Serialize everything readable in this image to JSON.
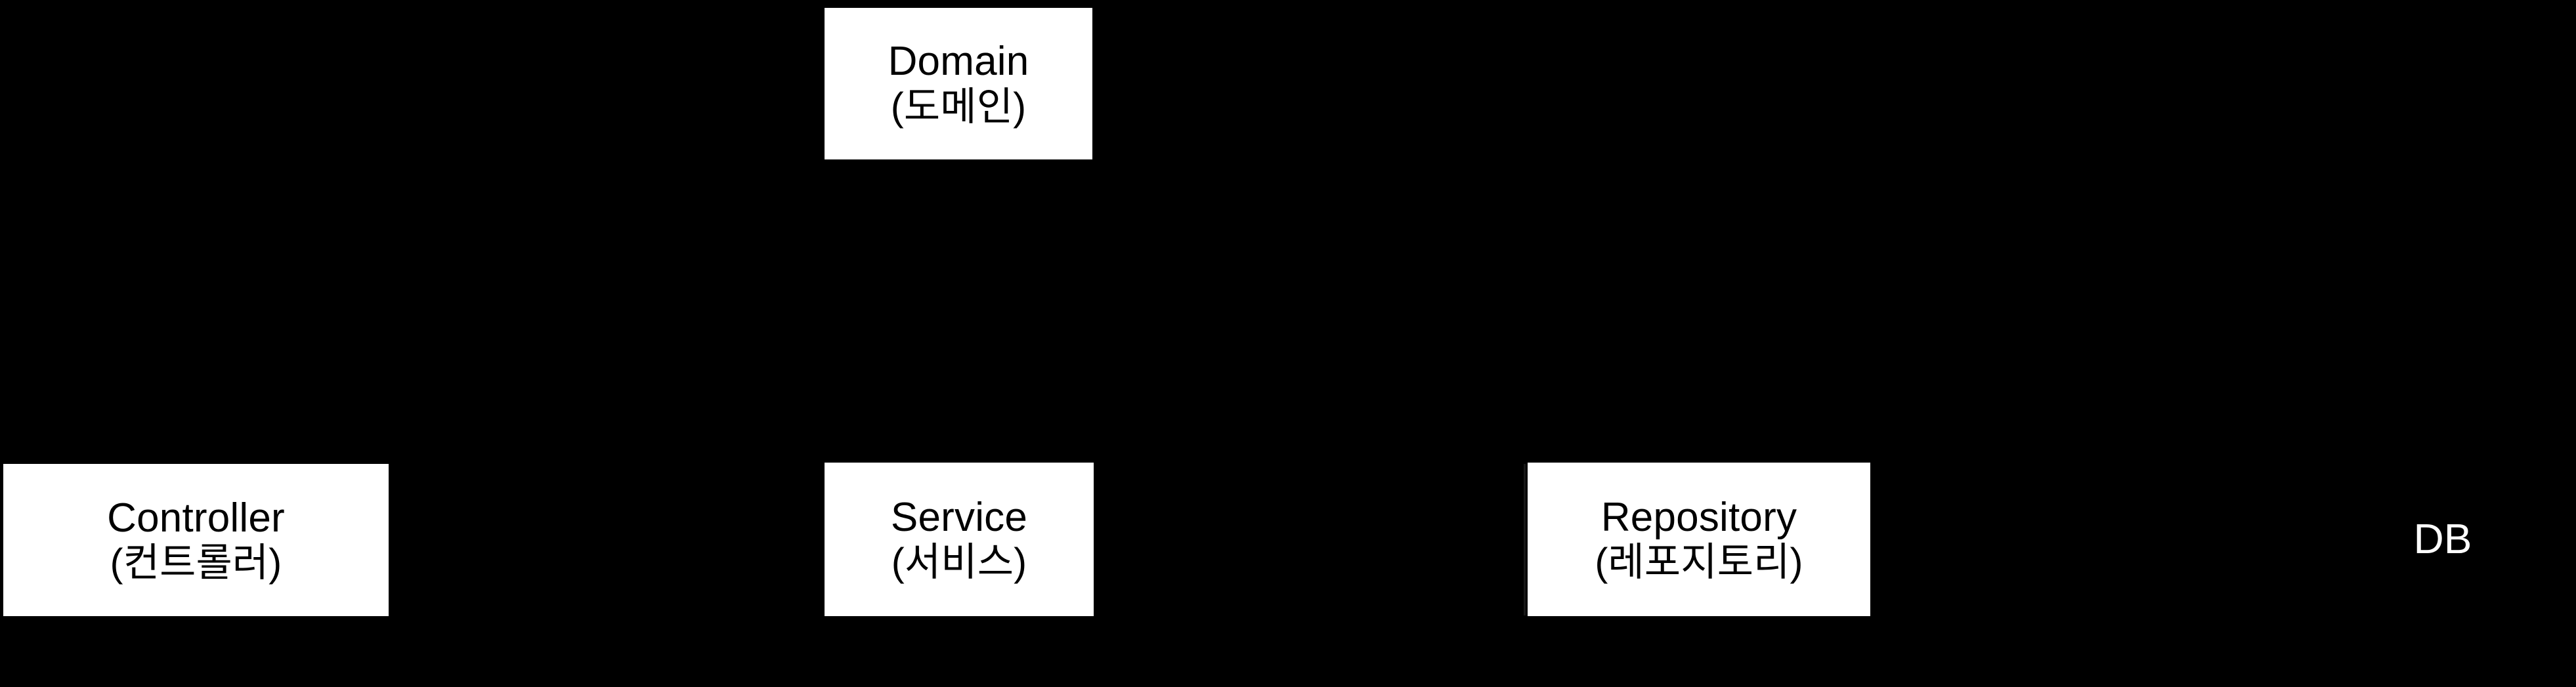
{
  "diagram": {
    "background_color": "#000000",
    "node_fill_color": "#ffffff",
    "node_text_color": "#000000",
    "plain_label_color": "#ffffff",
    "nodes": [
      {
        "id": "domain",
        "title": "Domain",
        "subtitle": "(도메인)",
        "row": "top",
        "boxed": true
      },
      {
        "id": "controller",
        "title": "Controller",
        "subtitle": "(컨트롤러)",
        "row": "bottom",
        "boxed": true
      },
      {
        "id": "service",
        "title": "Service",
        "subtitle": "(서비스)",
        "row": "bottom",
        "boxed": true
      },
      {
        "id": "repository",
        "title": "Repository",
        "subtitle": "(레포지토리)",
        "row": "bottom",
        "boxed": true
      },
      {
        "id": "db",
        "title": "DB",
        "subtitle": "",
        "row": "bottom",
        "boxed": false
      }
    ]
  }
}
